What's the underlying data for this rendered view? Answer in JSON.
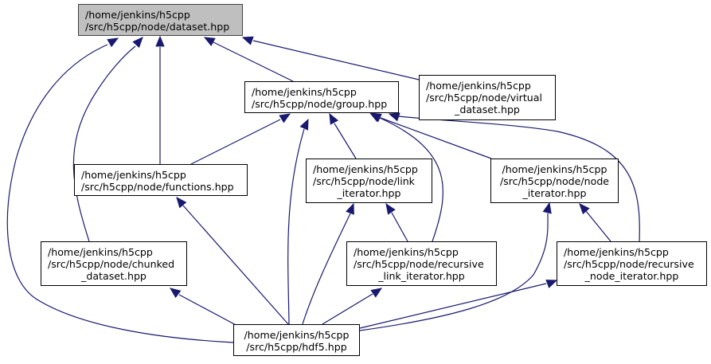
{
  "graph_type": "include dependency graph",
  "edge_color": "#191970",
  "focus_fill": "#bfbfbf",
  "nodes": {
    "dataset": {
      "lines": [
        "/home/jenkins/h5cpp",
        "/src/h5cpp/node/dataset.hpp"
      ],
      "focus": true
    },
    "group": {
      "lines": [
        "/home/jenkins/h5cpp",
        "/src/h5cpp/node/group.hpp"
      ]
    },
    "virtual_dataset": {
      "lines": [
        "/home/jenkins/h5cpp",
        "/src/h5cpp/node/virtual",
        "_dataset.hpp"
      ]
    },
    "functions": {
      "lines": [
        "/home/jenkins/h5cpp",
        "/src/h5cpp/node/functions.hpp"
      ]
    },
    "link_iterator": {
      "lines": [
        "/home/jenkins/h5cpp",
        "/src/h5cpp/node/link",
        "_iterator.hpp"
      ]
    },
    "node_iterator": {
      "lines": [
        "/home/jenkins/h5cpp",
        "/src/h5cpp/node/node",
        "_iterator.hpp"
      ]
    },
    "chunked_dataset": {
      "lines": [
        "/home/jenkins/h5cpp",
        "/src/h5cpp/node/chunked",
        "_dataset.hpp"
      ]
    },
    "recursive_link_iterator": {
      "lines": [
        "/home/jenkins/h5cpp",
        "/src/h5cpp/node/recursive",
        "_link_iterator.hpp"
      ]
    },
    "recursive_node_iterator": {
      "lines": [
        "/home/jenkins/h5cpp",
        "/src/h5cpp/node/recursive",
        "_node_iterator.hpp"
      ]
    },
    "hdf5": {
      "lines": [
        "/home/jenkins/h5cpp",
        "/src/h5cpp/hdf5.hpp"
      ]
    }
  },
  "edges": [
    {
      "from": "group",
      "to": "dataset"
    },
    {
      "from": "virtual_dataset",
      "to": "dataset"
    },
    {
      "from": "functions",
      "to": "dataset"
    },
    {
      "from": "chunked_dataset",
      "to": "dataset"
    },
    {
      "from": "hdf5",
      "to": "dataset"
    },
    {
      "from": "functions",
      "to": "group"
    },
    {
      "from": "hdf5",
      "to": "group"
    },
    {
      "from": "link_iterator",
      "to": "group"
    },
    {
      "from": "recursive_link_iterator",
      "to": "group"
    },
    {
      "from": "node_iterator",
      "to": "group"
    },
    {
      "from": "recursive_node_iterator",
      "to": "group"
    },
    {
      "from": "hdf5",
      "to": "functions"
    },
    {
      "from": "recursive_link_iterator",
      "to": "link_iterator"
    },
    {
      "from": "hdf5",
      "to": "link_iterator"
    },
    {
      "from": "recursive_node_iterator",
      "to": "node_iterator"
    },
    {
      "from": "hdf5",
      "to": "node_iterator"
    },
    {
      "from": "hdf5",
      "to": "chunked_dataset"
    },
    {
      "from": "hdf5",
      "to": "recursive_link_iterator"
    },
    {
      "from": "hdf5",
      "to": "recursive_node_iterator"
    }
  ]
}
